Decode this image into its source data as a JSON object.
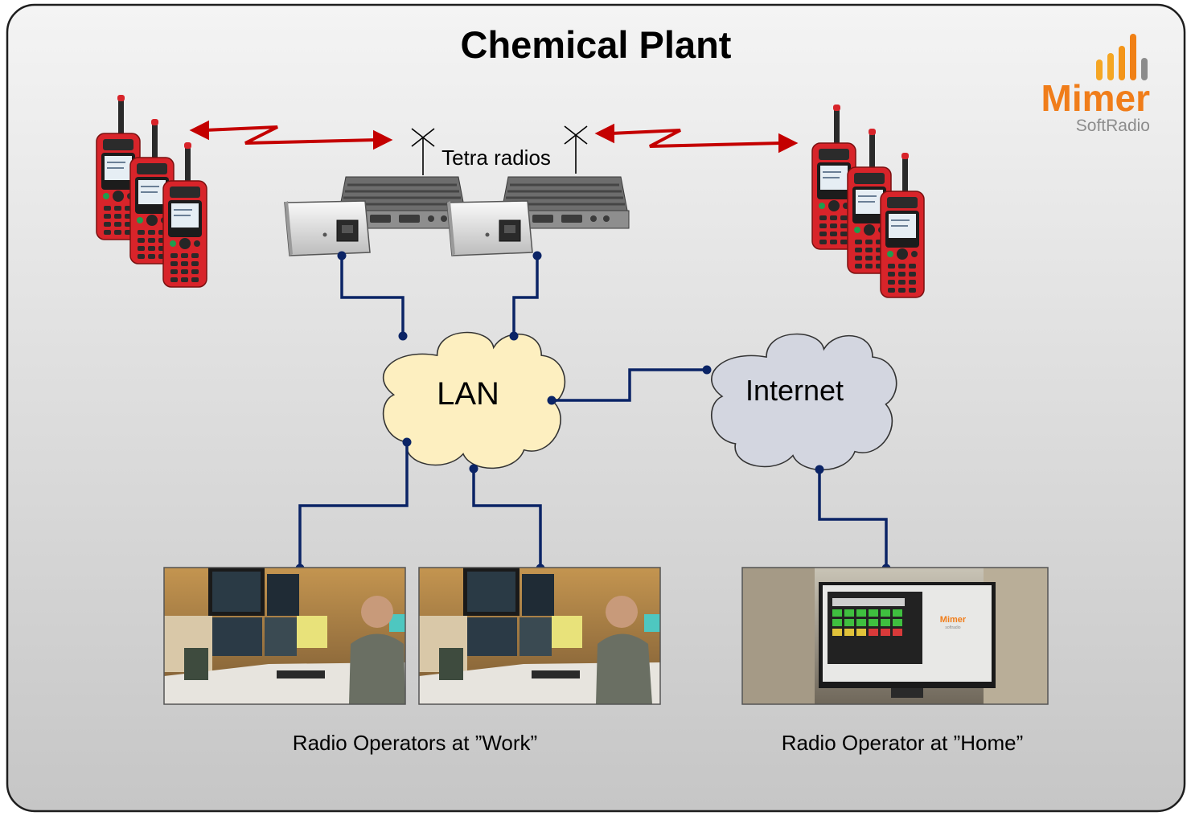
{
  "title": "Chemical Plant",
  "logo": {
    "name": "Mimer",
    "sub": "SoftRadio",
    "orange": "#f07d1a",
    "gray": "#8c8c8c"
  },
  "labels": {
    "tetra": "Tetra radios",
    "lan": "LAN",
    "internet": "Internet",
    "work": "Radio Operators at ”Work”",
    "home": "Radio Operator at ”Home”"
  },
  "colors": {
    "wire": "#0b2466",
    "radio_link": "#c40000",
    "lan_cloud": "#fdefc0",
    "internet_cloud": "#d3d6e0",
    "radio_body": "#d8242a"
  },
  "screen_home": {
    "brand": "Mimer",
    "brand_sub": "softradio"
  }
}
